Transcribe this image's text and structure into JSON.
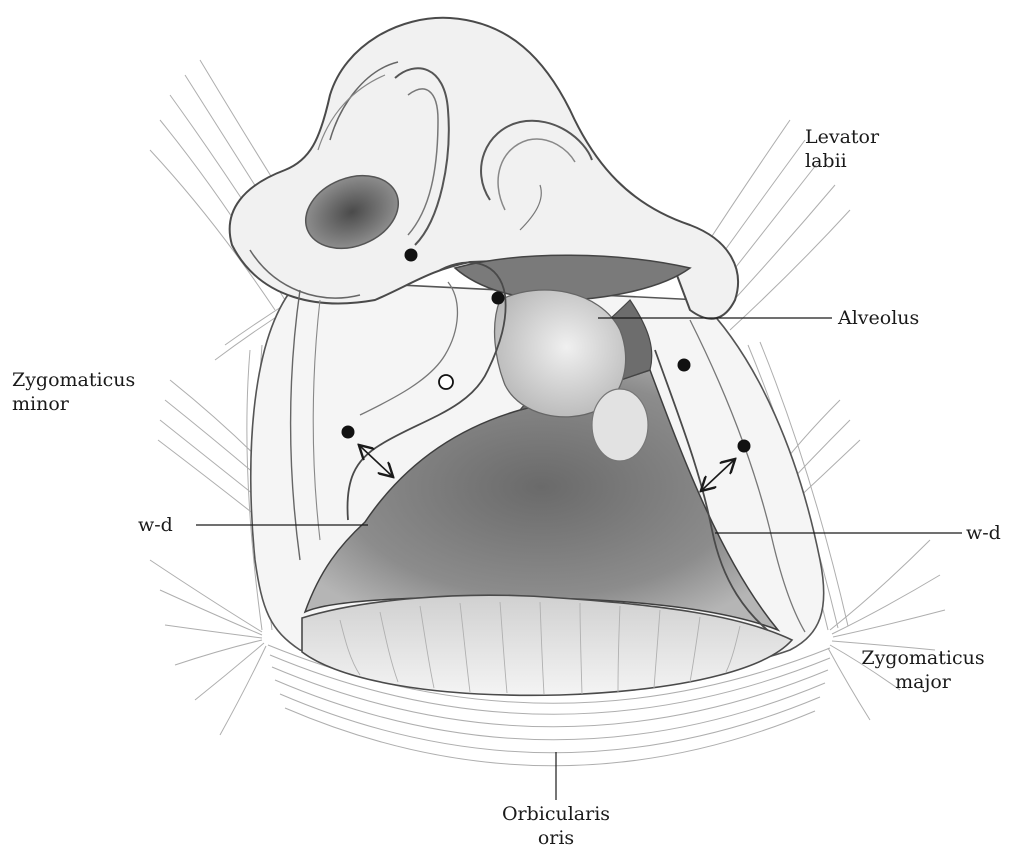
{
  "labels": {
    "levator_labii": [
      "Levator",
      "labii"
    ],
    "alveolus": "Alveolus",
    "zygomaticus_minor": [
      "Zygomaticus",
      "minor"
    ],
    "wd_left": "w-d",
    "wd_right": "w-d",
    "zygomaticus_major": [
      "Zygomaticus",
      "major"
    ],
    "orbicularis_oris": [
      "Orbicularis",
      "oris"
    ]
  },
  "colors": {
    "ink": "#1a1a1a",
    "line": "#555555",
    "muscle_fiber": "#9a9a9a",
    "shade_dark": "#5e5e5e",
    "shade_mid": "#9c9c9c",
    "skin": "#f2f2f2"
  }
}
